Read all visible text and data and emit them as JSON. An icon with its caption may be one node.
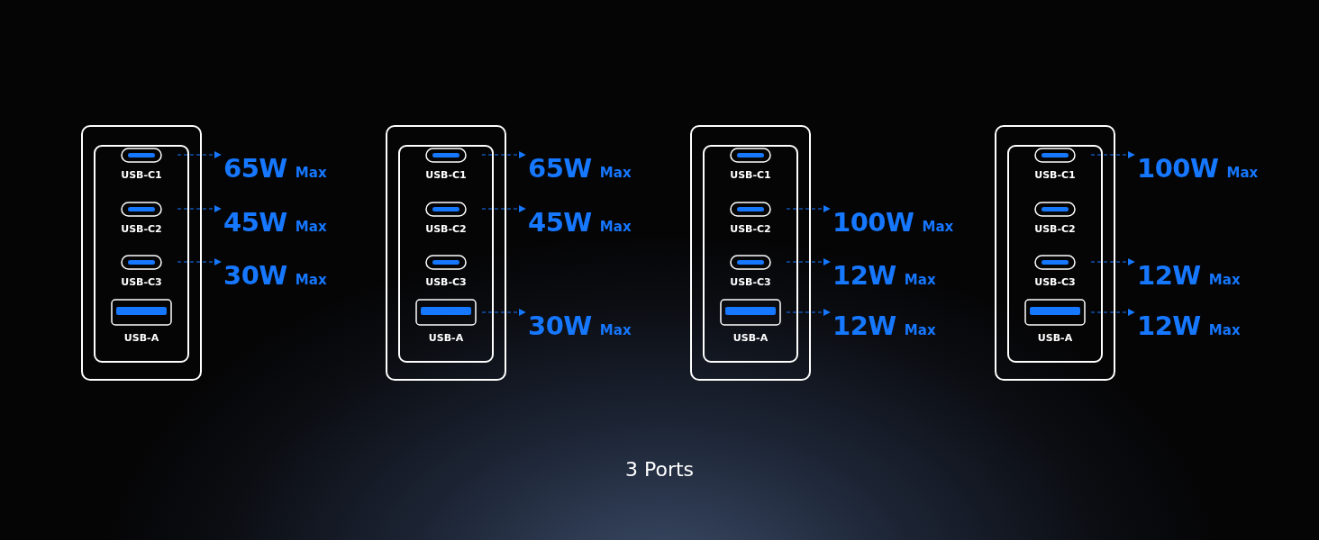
{
  "diagram": {
    "caption": "3 Ports",
    "nodes": [
      {
        "text": [],
        "shape": "box"
      },
      {
        "text": [],
        "shape": "box",
        "in": 0
      },
      {
        "text": [
          "USB-C1"
        ],
        "in": 1
      },
      {
        "text": [
          "USB-C2"
        ],
        "in": 1
      },
      {
        "text": [
          "USB-C3"
        ],
        "in": 1
      },
      {
        "text": [
          "USB-A"
        ],
        "in": 1
      },
      {
        "text": [
          "65W",
          "Max"
        ]
      },
      {
        "text": [
          "45W",
          "Max"
        ]
      },
      {
        "text": [
          "30W",
          "Max"
        ]
      },
      {
        "text": [],
        "shape": "box"
      },
      {
        "text": [],
        "shape": "box",
        "in": 9
      },
      {
        "text": [
          "USB-C1"
        ],
        "in": 10
      },
      {
        "text": [
          "USB-C2"
        ],
        "in": 10
      },
      {
        "text": [
          "USB-C3"
        ],
        "in": 10
      },
      {
        "text": [
          "USB-A"
        ],
        "in": 10
      },
      {
        "text": [
          "65W",
          "Max"
        ]
      },
      {
        "text": [
          "45W",
          "Max"
        ]
      },
      {
        "text": [
          "30W",
          "Max"
        ]
      },
      {
        "text": [],
        "shape": "box"
      },
      {
        "text": [],
        "shape": "box",
        "in": 18
      },
      {
        "text": [
          "USB-C1"
        ],
        "in": 19
      },
      {
        "text": [
          "USB-C2"
        ],
        "in": 19
      },
      {
        "text": [
          "USB-C3"
        ],
        "in": 19
      },
      {
        "text": [
          "USB-A"
        ],
        "in": 19
      },
      {
        "text": [
          "100W",
          "Max"
        ]
      },
      {
        "text": [
          "12W",
          "Max"
        ]
      },
      {
        "text": [
          "12W",
          "Max"
        ]
      },
      {
        "text": [],
        "shape": "box"
      },
      {
        "text": [],
        "shape": "box",
        "in": 27
      },
      {
        "text": [
          "USB-C1"
        ],
        "in": 28
      },
      {
        "text": [
          "USB-C2"
        ],
        "in": 28
      },
      {
        "text": [
          "USB-C3"
        ],
        "in": 28
      },
      {
        "text": [
          "USB-A"
        ],
        "in": 28
      },
      {
        "text": [
          "100W",
          "Max"
        ]
      },
      {
        "text": [
          "12W",
          "Max"
        ]
      },
      {
        "text": [
          "12W",
          "Max"
        ]
      }
    ],
    "edges": [
      {
        "from": 2,
        "to": 6,
        "arrow": "to",
        "style": "dashed"
      },
      {
        "from": 3,
        "to": 7,
        "arrow": "to",
        "style": "dashed"
      },
      {
        "from": 4,
        "to": 8,
        "arrow": "to",
        "style": "dashed"
      },
      {
        "from": 11,
        "to": 15,
        "arrow": "to",
        "style": "dashed"
      },
      {
        "from": 12,
        "to": 16,
        "arrow": "to",
        "style": "dashed"
      },
      {
        "from": 14,
        "to": 17,
        "arrow": "to",
        "style": "dashed"
      },
      {
        "from": 21,
        "to": 24,
        "arrow": "to",
        "style": "dashed"
      },
      {
        "from": 22,
        "to": 25,
        "arrow": "to",
        "style": "dashed"
      },
      {
        "from": 23,
        "to": 26,
        "arrow": "to",
        "style": "dashed"
      },
      {
        "from": 29,
        "to": 33,
        "arrow": "to",
        "style": "dashed"
      },
      {
        "from": 31,
        "to": 34,
        "arrow": "to",
        "style": "dashed"
      },
      {
        "from": 32,
        "to": 35,
        "arrow": "to",
        "style": "dashed"
      }
    ]
  }
}
